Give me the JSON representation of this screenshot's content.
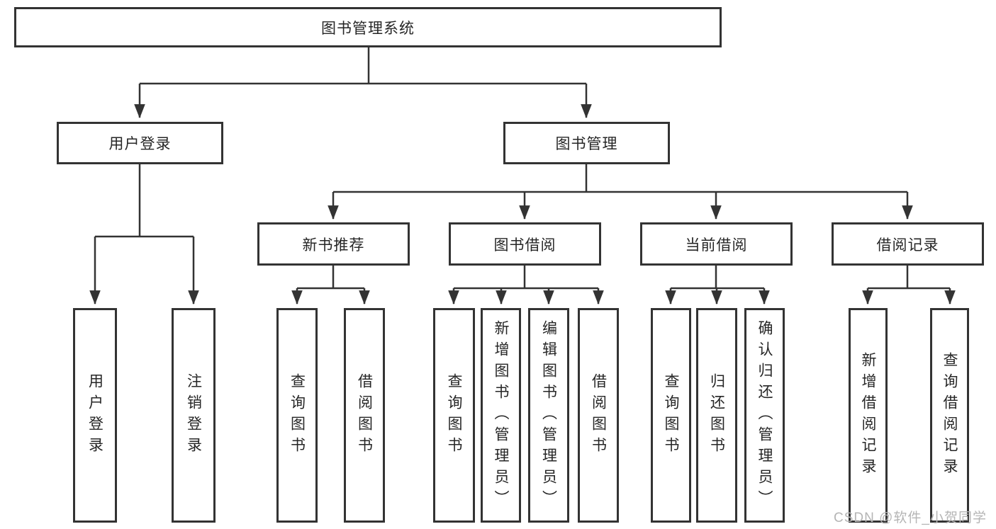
{
  "diagram": {
    "type": "hierarchy-tree",
    "colors": {
      "line": "#333333",
      "border": "#333333",
      "text": "#262626",
      "background": "#ffffff",
      "watermark": "#b5b5b5"
    }
  },
  "tree": {
    "root": {
      "label": "图书管理系统"
    },
    "branches": [
      {
        "label": "用户登录",
        "children": [
          {
            "label": "用户登录"
          },
          {
            "label": "注销登录"
          }
        ]
      },
      {
        "label": "图书管理",
        "groups": [
          {
            "label": "新书推荐",
            "children": [
              {
                "label": "查询图书"
              },
              {
                "label": "借阅图书"
              }
            ]
          },
          {
            "label": "图书借阅",
            "children": [
              {
                "label": "查询图书"
              },
              {
                "label": "新增图书（管理员）"
              },
              {
                "label": "编辑图书（管理员）"
              },
              {
                "label": "借阅图书"
              }
            ]
          },
          {
            "label": "当前借阅",
            "children": [
              {
                "label": "查询图书"
              },
              {
                "label": "归还图书"
              },
              {
                "label": "确认归还（管理员）"
              }
            ]
          },
          {
            "label": "借阅记录",
            "children": [
              {
                "label": "新增借阅记录"
              },
              {
                "label": "查询借阅记录"
              }
            ]
          }
        ]
      }
    ]
  },
  "watermark": {
    "text": "CSDN @软件_小贺同学"
  }
}
